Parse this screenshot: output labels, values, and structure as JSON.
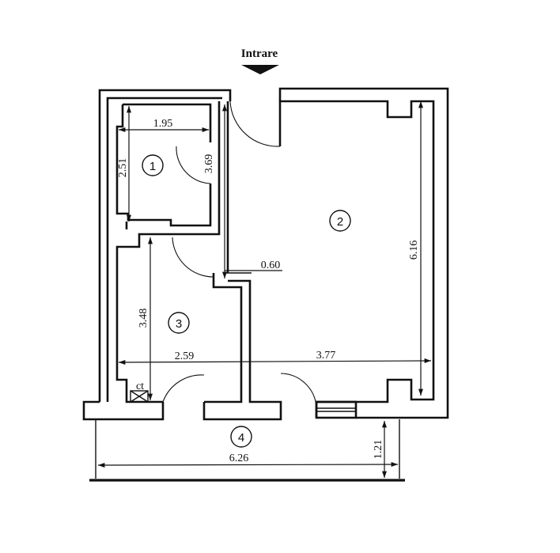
{
  "entrance": {
    "label": "Intrare",
    "icon": "entrance-arrow-icon"
  },
  "rooms": [
    {
      "number": "1",
      "width": "1.95",
      "length": "2.51"
    },
    {
      "number": "2",
      "width": "3.77",
      "length": "6.16"
    },
    {
      "number": "3",
      "width": "2.59",
      "length": "3.48"
    },
    {
      "number": "4",
      "width": "6.26",
      "length": "1.21"
    }
  ],
  "dimensions": {
    "corridor_length": "3.69",
    "niche_width": "0.60"
  },
  "symbols": {
    "boiler_label": "ct"
  }
}
